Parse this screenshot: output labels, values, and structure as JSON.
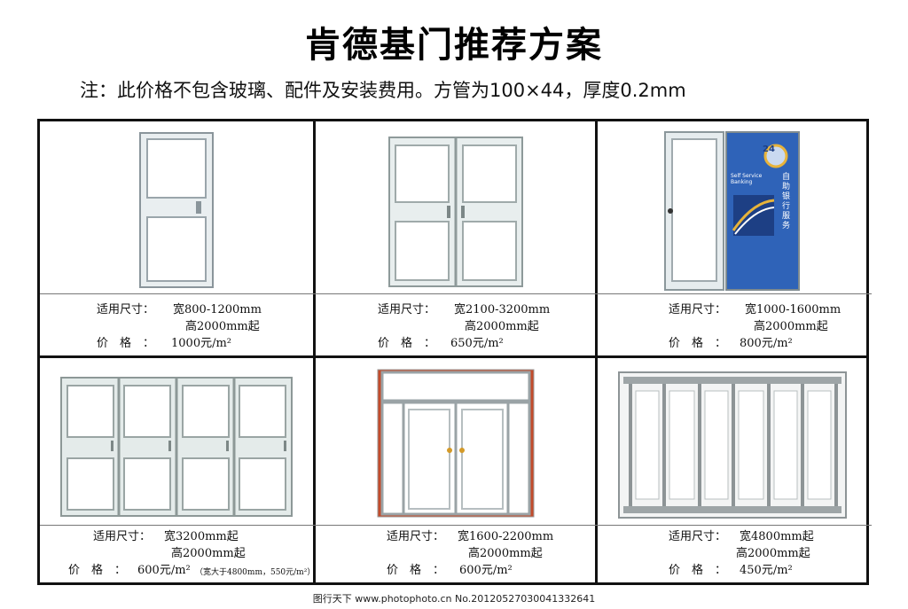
{
  "header": {
    "title": "肯德基门推荐方案",
    "note": "注：此价格不包含玻璃、配件及安装费用。方管为100×44，厚度0.2mm"
  },
  "doors": [
    {
      "size_label": "适用尺寸：",
      "width": "宽800-1200mm",
      "height": "高2000mm起",
      "price_label": "价　格　：",
      "price": "1000元/m²",
      "price_note": ""
    },
    {
      "size_label": "适用尺寸：",
      "width": "宽2100-3200mm",
      "height": "高2000mm起",
      "price_label": "价　格　：",
      "price": "650元/m²",
      "price_note": ""
    },
    {
      "size_label": "适用尺寸：",
      "width": "宽1000-1600mm",
      "height": "高2000mm起",
      "price_label": "价　格　：",
      "price": "800元/m²",
      "price_note": ""
    },
    {
      "size_label": "适用尺寸：",
      "width": "宽3200mm起",
      "height": "高2000mm起",
      "price_label": "价　格　：",
      "price": "600元/m²",
      "price_note": "（宽大于4800mm，550元/m²）"
    },
    {
      "size_label": "适用尺寸：",
      "width": "宽1600-2200mm",
      "height": "高2000mm起",
      "price_label": "价　格　：",
      "price": "600元/m²",
      "price_note": ""
    },
    {
      "size_label": "适用尺寸：",
      "width": "宽4800mm起",
      "height": "高2000mm起",
      "price_label": "价　格　：",
      "price": "450元/m²",
      "price_note": ""
    }
  ],
  "banner": {
    "badge": "24",
    "english": "Self Service Banking",
    "chinese": "自助银行服务",
    "color": "#2f63b8"
  },
  "footer": {
    "text": "图行天下 www.photophoto.cn  No.20120527030041332641"
  }
}
